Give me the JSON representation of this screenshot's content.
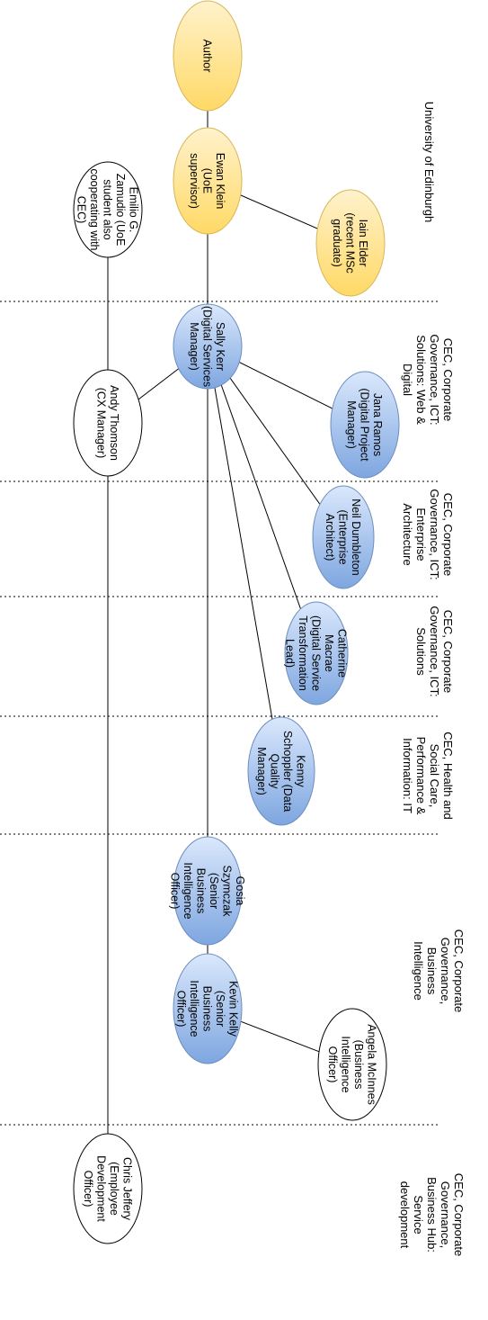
{
  "colors": {
    "yellow_fill_light": "#fff2cc",
    "yellow_fill_dark": "#ffd966",
    "yellow_stroke": "#d6b656",
    "blue_fill_light": "#dae8fc",
    "blue_fill_dark": "#7ea6e0",
    "blue_stroke": "#6c8ebf",
    "white_fill": "#ffffff",
    "outline": "#000000"
  },
  "groups": [
    {
      "id": "uoe",
      "label": "University of Edinburgh"
    },
    {
      "id": "web",
      "label": "CEC, Corporate Governance, ICT: Solutions: Web & Digital"
    },
    {
      "id": "ea",
      "label": "CEC, Corporate Governance, ICT: Enterprise Architecture"
    },
    {
      "id": "sol",
      "label": "CEC, Corporate Governance, ICT: Solutions"
    },
    {
      "id": "hsc",
      "label": "CEC, Health and Social Care, Performance & Information: IT"
    },
    {
      "id": "bi",
      "label": "CEC, Corporate Governance, Business Intelligence"
    },
    {
      "id": "bh",
      "label": "CEC, Corporate Governance, Business Hub: Service development"
    }
  ],
  "nodes": [
    {
      "id": "author",
      "style": "yellow",
      "lines": [
        "Author"
      ]
    },
    {
      "id": "ewan",
      "style": "yellow",
      "lines": [
        "Ewan Klein",
        "(UoE",
        "supervisor)"
      ]
    },
    {
      "id": "iain",
      "style": "yellow",
      "lines": [
        "Iain Elder",
        "(recent MSc",
        "graduate)"
      ]
    },
    {
      "id": "emilio",
      "style": "white",
      "lines": [
        "Emilio G.",
        "Zamudio (UoE",
        "student also",
        "cooperating with",
        "CEC)"
      ]
    },
    {
      "id": "sally",
      "style": "blue",
      "lines": [
        "Sally Kerr",
        "(Digital Services",
        "Manager)"
      ]
    },
    {
      "id": "jana",
      "style": "blue",
      "lines": [
        "Jana Ramos",
        "(Digital Project",
        "Manager)"
      ]
    },
    {
      "id": "andy",
      "style": "white",
      "lines": [
        "Andy Thomson",
        "(CX Manager)"
      ]
    },
    {
      "id": "neil",
      "style": "blue",
      "lines": [
        "Neil Dumbleton",
        "(Enterprise",
        "Architect)"
      ]
    },
    {
      "id": "catherine",
      "style": "blue",
      "lines": [
        "Catherine",
        "Macrae",
        "(Digital Service",
        "Transformation",
        "Lead)"
      ]
    },
    {
      "id": "kenny",
      "style": "blue",
      "lines": [
        "Kenny",
        "Schoppler (Data",
        "Quality",
        "Manager)"
      ]
    },
    {
      "id": "gosia",
      "style": "blue",
      "lines": [
        "Gosia",
        "Szymczak",
        "(Senior",
        "Business",
        "Intelligence",
        "Officer)"
      ]
    },
    {
      "id": "kevin",
      "style": "blue",
      "lines": [
        "Kevin Kelly",
        "(Senior",
        "Business",
        "Intelligence",
        "Officer)"
      ]
    },
    {
      "id": "angela",
      "style": "white",
      "lines": [
        "Angela McInnes",
        "(Business",
        "Intelligence",
        "Officer)"
      ]
    },
    {
      "id": "chris",
      "style": "white",
      "lines": [
        "Chris Jeffery",
        "(Employee",
        "Development",
        "Officer)"
      ]
    }
  ],
  "edges": [
    [
      "author",
      "ewan"
    ],
    [
      "ewan",
      "iain"
    ],
    [
      "ewan",
      "sally"
    ],
    [
      "sally",
      "jana"
    ],
    [
      "sally",
      "andy"
    ],
    [
      "sally",
      "neil"
    ],
    [
      "sally",
      "catherine"
    ],
    [
      "sally",
      "kenny"
    ],
    [
      "sally",
      "gosia"
    ],
    [
      "gosia",
      "kevin"
    ],
    [
      "kevin",
      "angela"
    ],
    [
      "emilio",
      "andy"
    ],
    [
      "andy",
      "chris"
    ]
  ]
}
